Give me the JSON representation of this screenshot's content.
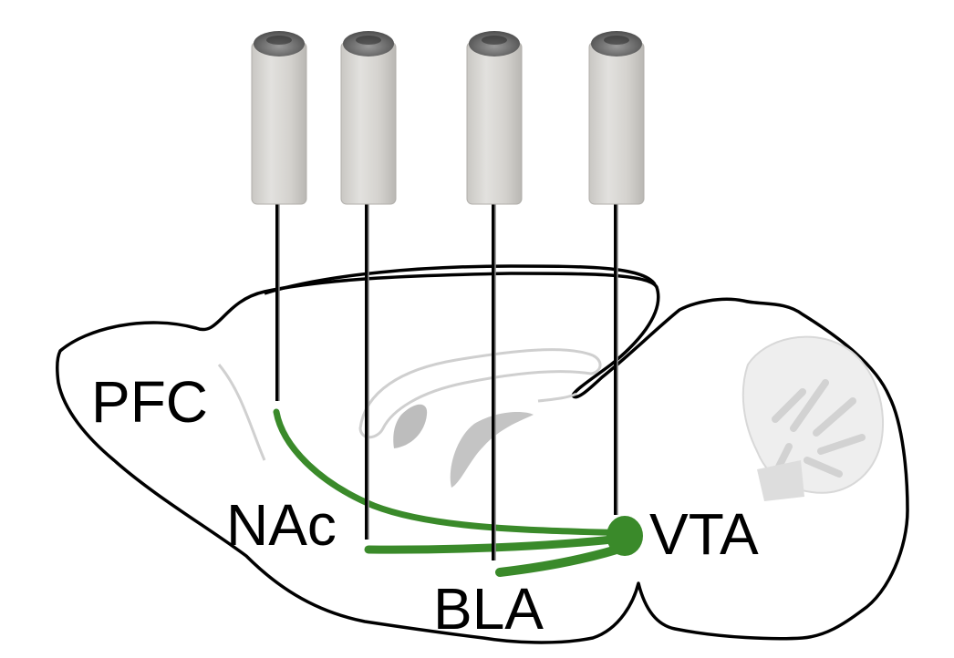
{
  "labels": {
    "pfc": "PFC",
    "nac": "NAc",
    "bla": "BLA",
    "vta": "VTA"
  },
  "colors": {
    "projection": "#3a8a2a",
    "outline": "#000000",
    "implant_body": "#d6d4d0",
    "implant_cap": "#6e6e6e",
    "faint_structure": "#c8c8c8",
    "background": "#ffffff"
  }
}
